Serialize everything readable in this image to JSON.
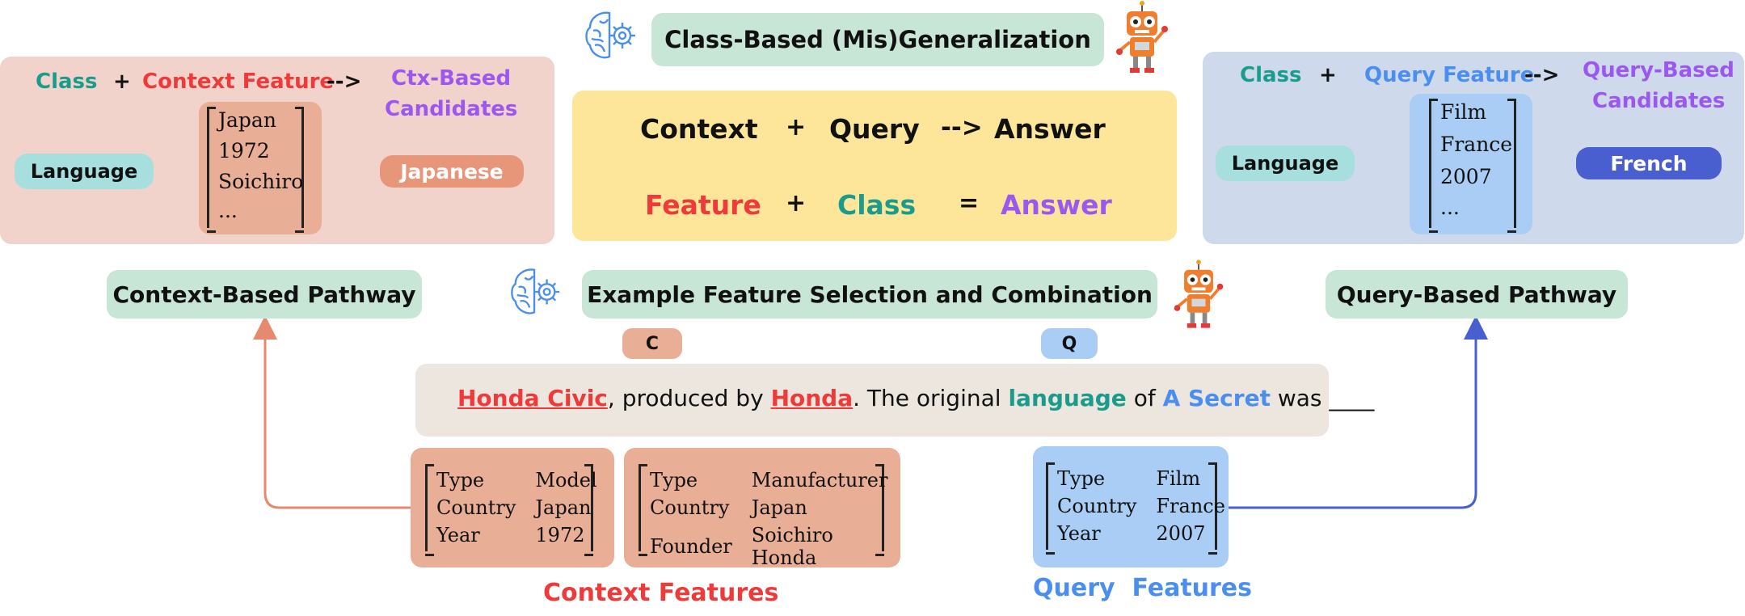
{
  "title_top": "Class-Based (Mis)Generalization",
  "title_mid": "Example Feature Selection and Combination",
  "left_panel": {
    "class_label": "Class",
    "plus": "+",
    "feature_label": "Context Feature",
    "arrow": "-->",
    "candidates_line1": "Ctx-Based",
    "candidates_line2": "Candidates",
    "language_pill": "Language",
    "matrix": [
      "Japan",
      "1972",
      "Soichiro",
      "..."
    ],
    "answer_pill": "Japanese"
  },
  "right_panel": {
    "class_label": "Class",
    "plus": "+",
    "feature_label": "Query Feature",
    "arrow": "-->",
    "candidates_line1": "Query-Based",
    "candidates_line2": "Candidates",
    "language_pill": "Language",
    "matrix": [
      "Film",
      "France",
      "2007",
      "..."
    ],
    "answer_pill": "French"
  },
  "center_box": {
    "context": "Context",
    "plus1": "+",
    "query": "Query",
    "arrow": "-->",
    "answer1": "Answer",
    "feature": "Feature",
    "plus2": "+",
    "class_word": "Class",
    "equals": "=",
    "answer2": "Answer"
  },
  "pathways": {
    "context": "Context-Based Pathway",
    "query": "Query-Based Pathway"
  },
  "tags": {
    "c": "C",
    "q": "Q"
  },
  "sentence": {
    "p1": "Honda Civic",
    "p2": ", produced by ",
    "p3": "Honda",
    "p4": ". The original ",
    "p5": "language",
    "p6": " of ",
    "p7": "A Secret",
    "p8": " was ____"
  },
  "feature_tables": {
    "civic": [
      [
        "Type",
        "Model"
      ],
      [
        "Country",
        "Japan"
      ],
      [
        "Year",
        "1972"
      ]
    ],
    "honda": [
      [
        "Type",
        "Manufacturer"
      ],
      [
        "Country",
        "Japan"
      ],
      [
        "Founder",
        "Soichiro Honda"
      ]
    ],
    "film": [
      [
        "Type",
        "Film"
      ],
      [
        "Country",
        "France"
      ],
      [
        "Year",
        "2007"
      ]
    ]
  },
  "labels": {
    "context_features": "Context Features",
    "query_features": "Query  Features"
  },
  "colors": {
    "red": "#f03a3a",
    "teal": "#1a9c8c",
    "blue": "#4a8ff0",
    "purple": "#9b57f0",
    "salmon": "#e8ae96",
    "navy_arrow": "#4a5fcf",
    "context_arrow": "#e58a70"
  }
}
